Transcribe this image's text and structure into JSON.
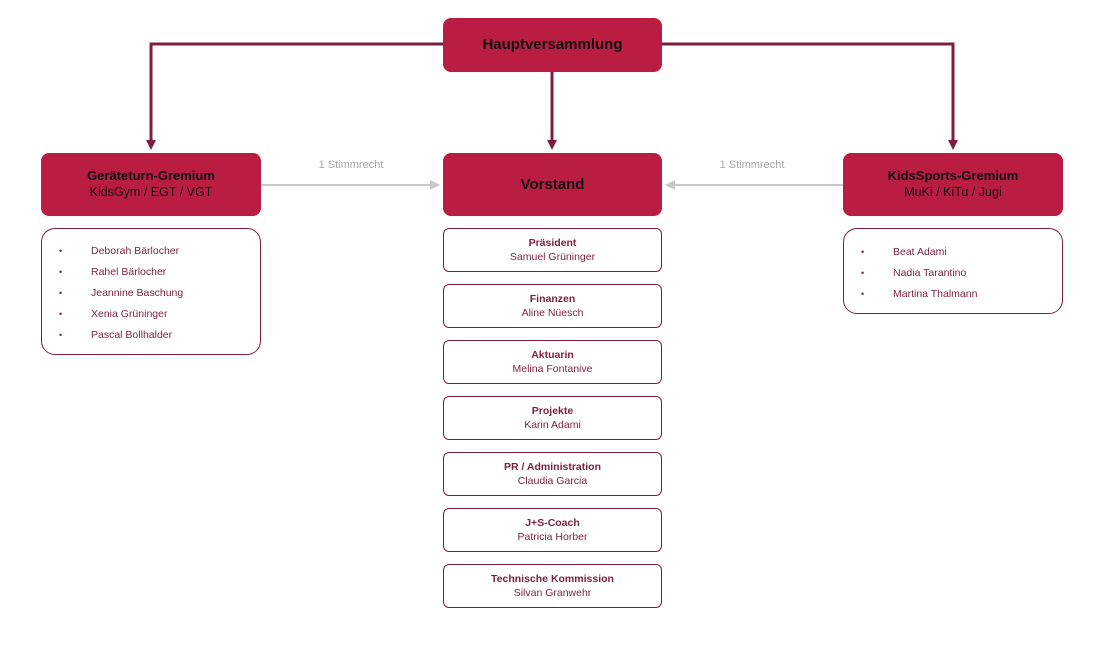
{
  "top": {
    "title": "Hauptversammlung"
  },
  "left_committee": {
    "title": "Geräteturn-Gremium",
    "subtitle": "KidsGym / EGT / VGT"
  },
  "center": {
    "title": "Vorstand"
  },
  "right_committee": {
    "title": "KidsSports-Gremium",
    "subtitle": "MuKi / KiTu / Jugi"
  },
  "vote_labels": {
    "left": "1 Stimmrecht",
    "right": "1 Stimmrecht"
  },
  "left_members": [
    "Deborah Bärlocher",
    "Rahel Bärlocher",
    "Jeannine Baschung",
    "Xenia Grüninger",
    "Pascal Bollhalder"
  ],
  "right_members": [
    "Beat Adami",
    "Nadia Tarantino",
    "Martina Thalmann"
  ],
  "roles": [
    {
      "title": "Präsident",
      "name": "Samuel Grüninger"
    },
    {
      "title": "Finanzen",
      "name": "Aline Nüesch"
    },
    {
      "title": "Aktuarin",
      "name": "Melina Fontanive"
    },
    {
      "title": "Projekte",
      "name": "Karin Adami"
    },
    {
      "title": "PR / Administration",
      "name": "Claudia Garcia"
    },
    {
      "title": "J+S-Coach",
      "name": "Patricia Horber"
    },
    {
      "title": "Technische Kommission",
      "name": "Silvan Granwehr"
    }
  ],
  "colors": {
    "box_fill": "#b91d42",
    "line_dark": "#7d1f3c",
    "line_grey": "#c8c8c8",
    "text_grey": "#a6a6a6"
  },
  "bullet_symbol": "•"
}
